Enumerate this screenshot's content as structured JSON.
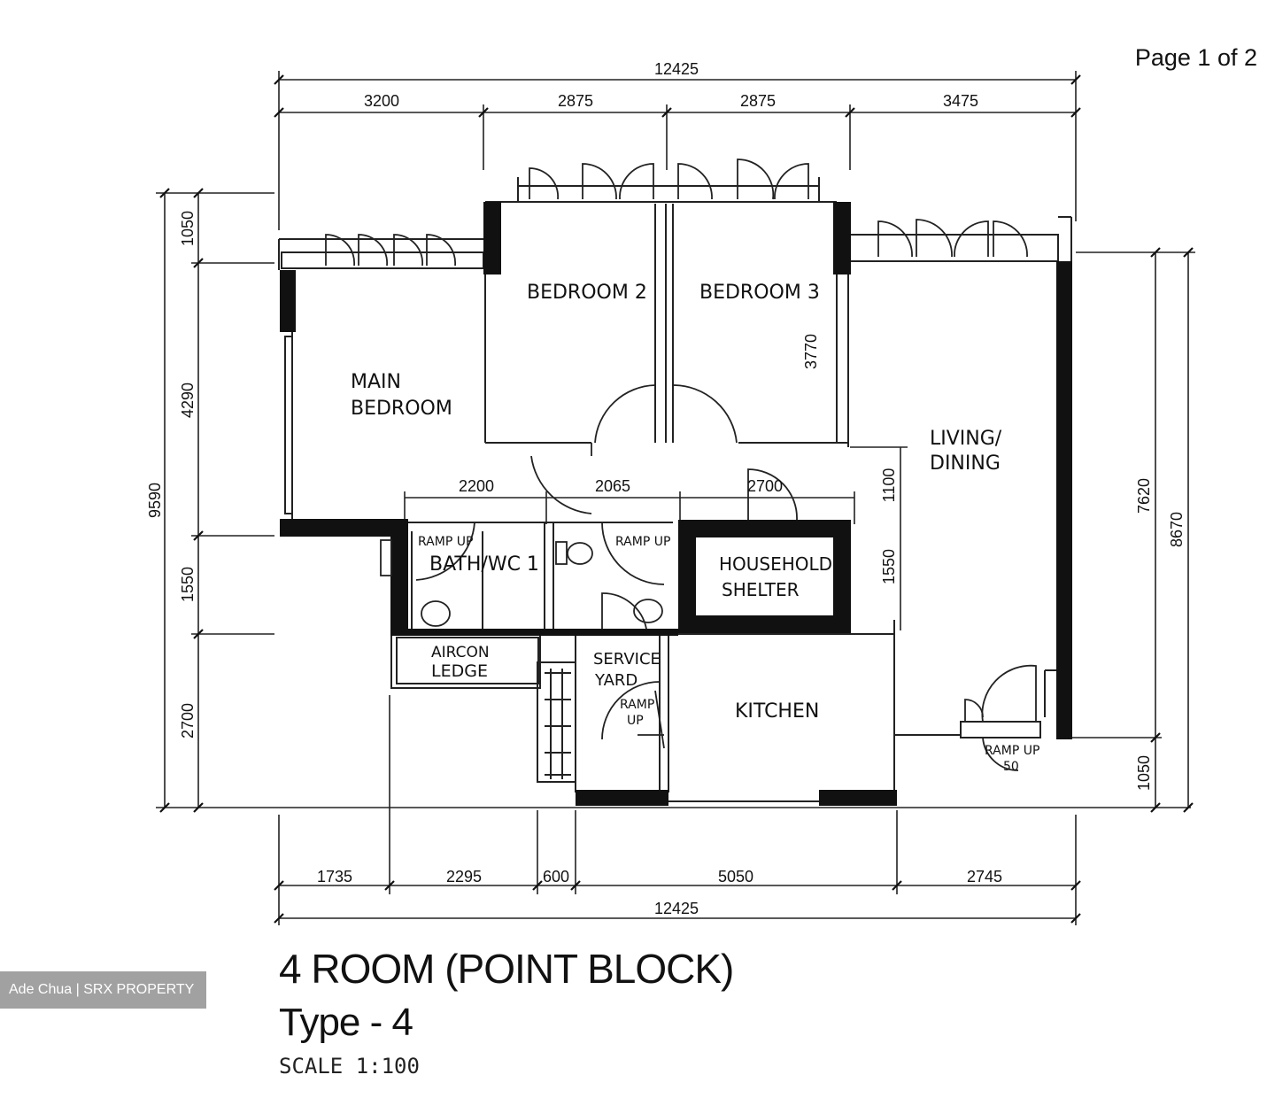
{
  "header": {
    "page_label": "Page 1 of 2"
  },
  "title": "4 ROOM (POINT BLOCK)",
  "subtitle": "Type - 4",
  "scale": "SCALE   1:100",
  "watermark": "Ade Chua | SRX PROPERTY",
  "dimensions": {
    "top_total": "12425",
    "top_segments": [
      "3200",
      "2875",
      "2875",
      "3475"
    ],
    "bottom_total": "12425",
    "bottom_segments": [
      "1735",
      "2295",
      "600",
      "5050",
      "2745"
    ],
    "left_total": "9590",
    "left_segments": [
      "1050",
      "4290",
      "1550",
      "2700"
    ],
    "right_inner": "7620",
    "right_outer": "8670",
    "right_bottom": "1050",
    "bedroom3_depth": "3770",
    "corridor_width": "1100",
    "household_depth": "1550",
    "interior_segments": [
      "2200",
      "2065",
      "2700"
    ]
  },
  "rooms": {
    "main_bedroom_line1": "MAIN",
    "main_bedroom_line2": "BEDROOM",
    "bedroom2": "BEDROOM  2",
    "bedroom3": "BEDROOM  3",
    "living_line1": "LIVING/",
    "living_line2": "DINING",
    "bath1": "BATH/WC 1",
    "household_line1": "HOUSEHOLD",
    "household_line2": "SHELTER",
    "aircon_line1": "AIRCON",
    "aircon_line2": "LEDGE",
    "service_line1": "SERVICE",
    "service_line2": "YARD",
    "kitchen": "KITCHEN",
    "ramp_up": "RAMP UP",
    "ramp_up_a": "RAMP",
    "ramp_up_b": "UP",
    "ramp_up_50": "RAMP UP",
    "ramp_50": "50"
  }
}
